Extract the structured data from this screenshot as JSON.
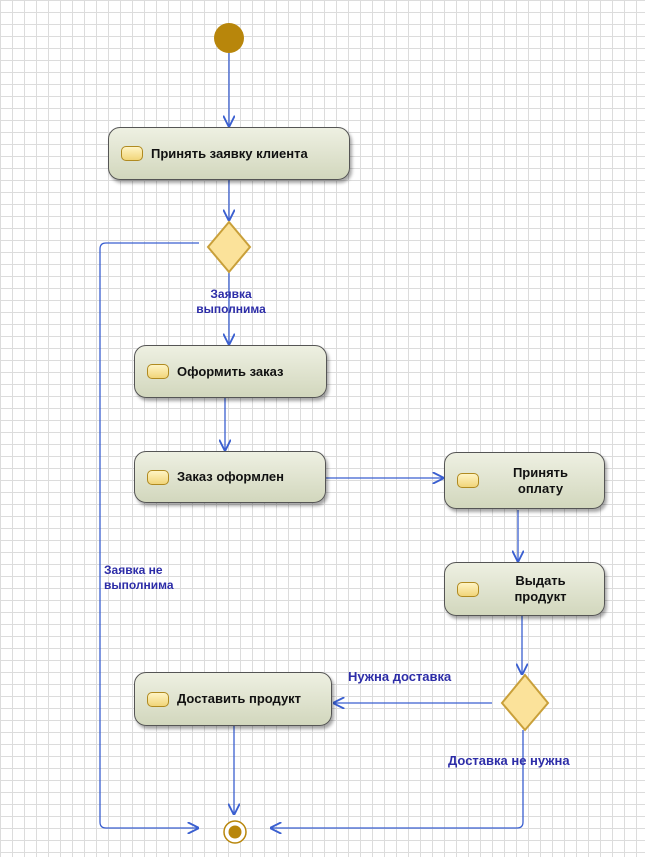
{
  "diagram": {
    "actions": {
      "accept_request": "Принять заявку клиента",
      "place_order": "Оформить заказ",
      "order_placed": "Заказ оформлен",
      "accept_payment": [
        "Принять",
        "оплату"
      ],
      "issue_product": [
        "Выдать",
        "продукт"
      ],
      "deliver_product": "Доставить продукт"
    },
    "guards": {
      "request_feasible": [
        "Заявка",
        "выполнима"
      ],
      "request_not_feasible": [
        "Заявка не",
        "выполнима"
      ],
      "delivery_needed": "Нужна доставка",
      "delivery_not_needed": "Доставка не нужна"
    },
    "colors": {
      "flow": "#3a5fd0",
      "decision_fill": "#fbe29a",
      "decision_stroke": "#c9a03a",
      "node_fill": "#b8860b",
      "guard_text": "#2d2da8"
    }
  }
}
